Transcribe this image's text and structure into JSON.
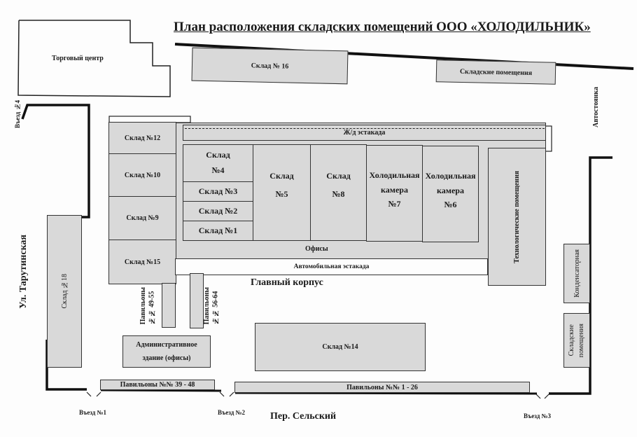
{
  "title": "План  расположения складских помещений ООО   «ХОЛОДИЛЬНИК»",
  "streets": {
    "left": "Ул. Тарутинская",
    "bottom": "Пер. Сельский",
    "right_parking": "Автостоянка"
  },
  "entrances": {
    "e1": "Въезд №1",
    "e2": "Въезд №2",
    "e3": "Въезд №3",
    "e4": "Въезд №4"
  },
  "buildings": {
    "mall": "Торговый  центр",
    "sklad16": "Склад № 16",
    "skladskie_top": "Складские помещения",
    "zhd_estakada": "Ж/д  эстакада",
    "sklad12": "Склад №12",
    "sklad10": "Склад №10",
    "sklad9": "Склад №9",
    "sklad15": "Склад №15",
    "sklad4_line1": "Склад",
    "sklad4_line2": "№4",
    "sklad3": "Склад №3",
    "sklad2": "Склад №2",
    "sklad1": "Склад №1",
    "sklad5_line1": "Склад",
    "sklad5_line2": "№5",
    "sklad8_line1": "Склад",
    "sklad8_line2": "№8",
    "kamera7_line1": "Холодильная",
    "kamera7_line2": "камера",
    "kamera7_line3": "№7",
    "kamera6_line1": "Холодильная",
    "kamera6_line2": "камера",
    "kamera6_line3": "№6",
    "ofisy": "Офисы",
    "avto_estakada": "Автомобильная эстакада",
    "glavny_korpus": "Главный корпус",
    "tech": "Технологические  помещения",
    "kondensatornaya": "Конденсаторная",
    "skladskie_right_line1": "Складские",
    "skladskie_right_line2": "помещения",
    "sklad18": "Склад №18",
    "pav_49_55_line1": "Павильоны",
    "pav_49_55_line2": "№№ 49-55",
    "pav_56_64_line1": "Павильоны",
    "pav_56_64_line2": "№№ 56-64",
    "admin_line1": "Административное",
    "admin_line2": "здание (офисы)",
    "sklad14": "Склад №14",
    "pav_39_48": "Павильоны №№ 39 - 48",
    "pav_1_26": "Павильоны №№  1 - 26"
  },
  "colors": {
    "fill": "#d9d9d9",
    "stroke": "#333333",
    "wall": "#111111",
    "background": "#fdfdfd"
  }
}
